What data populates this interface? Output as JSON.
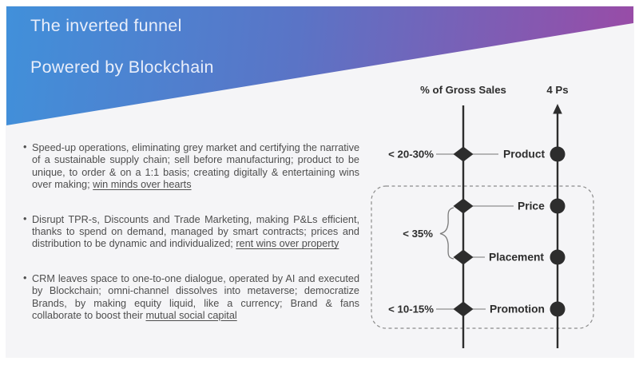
{
  "header": {
    "title_line1": "The inverted funnel",
    "title_line2": "Powered by Blockchain"
  },
  "bullet_char": "•",
  "bullets": [
    {
      "text": "Speed-up operations, eliminating grey market and certifying the narrative of a sustainable supply chain; sell before manufacturing; product to be unique, to order & on a 1:1 basis; creating digitally & entertaining wins over making; ",
      "underline": "win minds over hearts"
    },
    {
      "text": "Disrupt TPR-s, Discounts and Trade Marketing, making P&Ls efficient, thanks to spend on demand, managed by smart contracts; prices and distribution to be dynamic and individualized; ",
      "underline": "rent wins over property"
    },
    {
      "text": "CRM leaves space to one-to-one dialogue, operated by AI and executed by Blockchain; omni-channel dissolves into metaverse; democratize Brands, by making equity liquid, like a currency; Brand & fans collaborate to boost their ",
      "underline": "mutual social capital"
    }
  ],
  "diagram": {
    "left_axis_title": "% of Gross Sales",
    "right_axis_title": "4 Ps",
    "pct_product": "< 20-30%",
    "pct_price_placement": "< 35%",
    "pct_promotion": "< 10-15%",
    "label_product": "Product",
    "label_price": "Price",
    "label_placement": "Placement",
    "label_promotion": "Promotion"
  },
  "colors": {
    "banner_gradient_start": "#4190da",
    "banner_gradient_mid": "#5a74c6",
    "banner_gradient_end": "#9a4ba6",
    "slide_background": "#f5f5f7",
    "diagram_ink": "#2d2d2d",
    "body_text": "#4e4e4e"
  }
}
